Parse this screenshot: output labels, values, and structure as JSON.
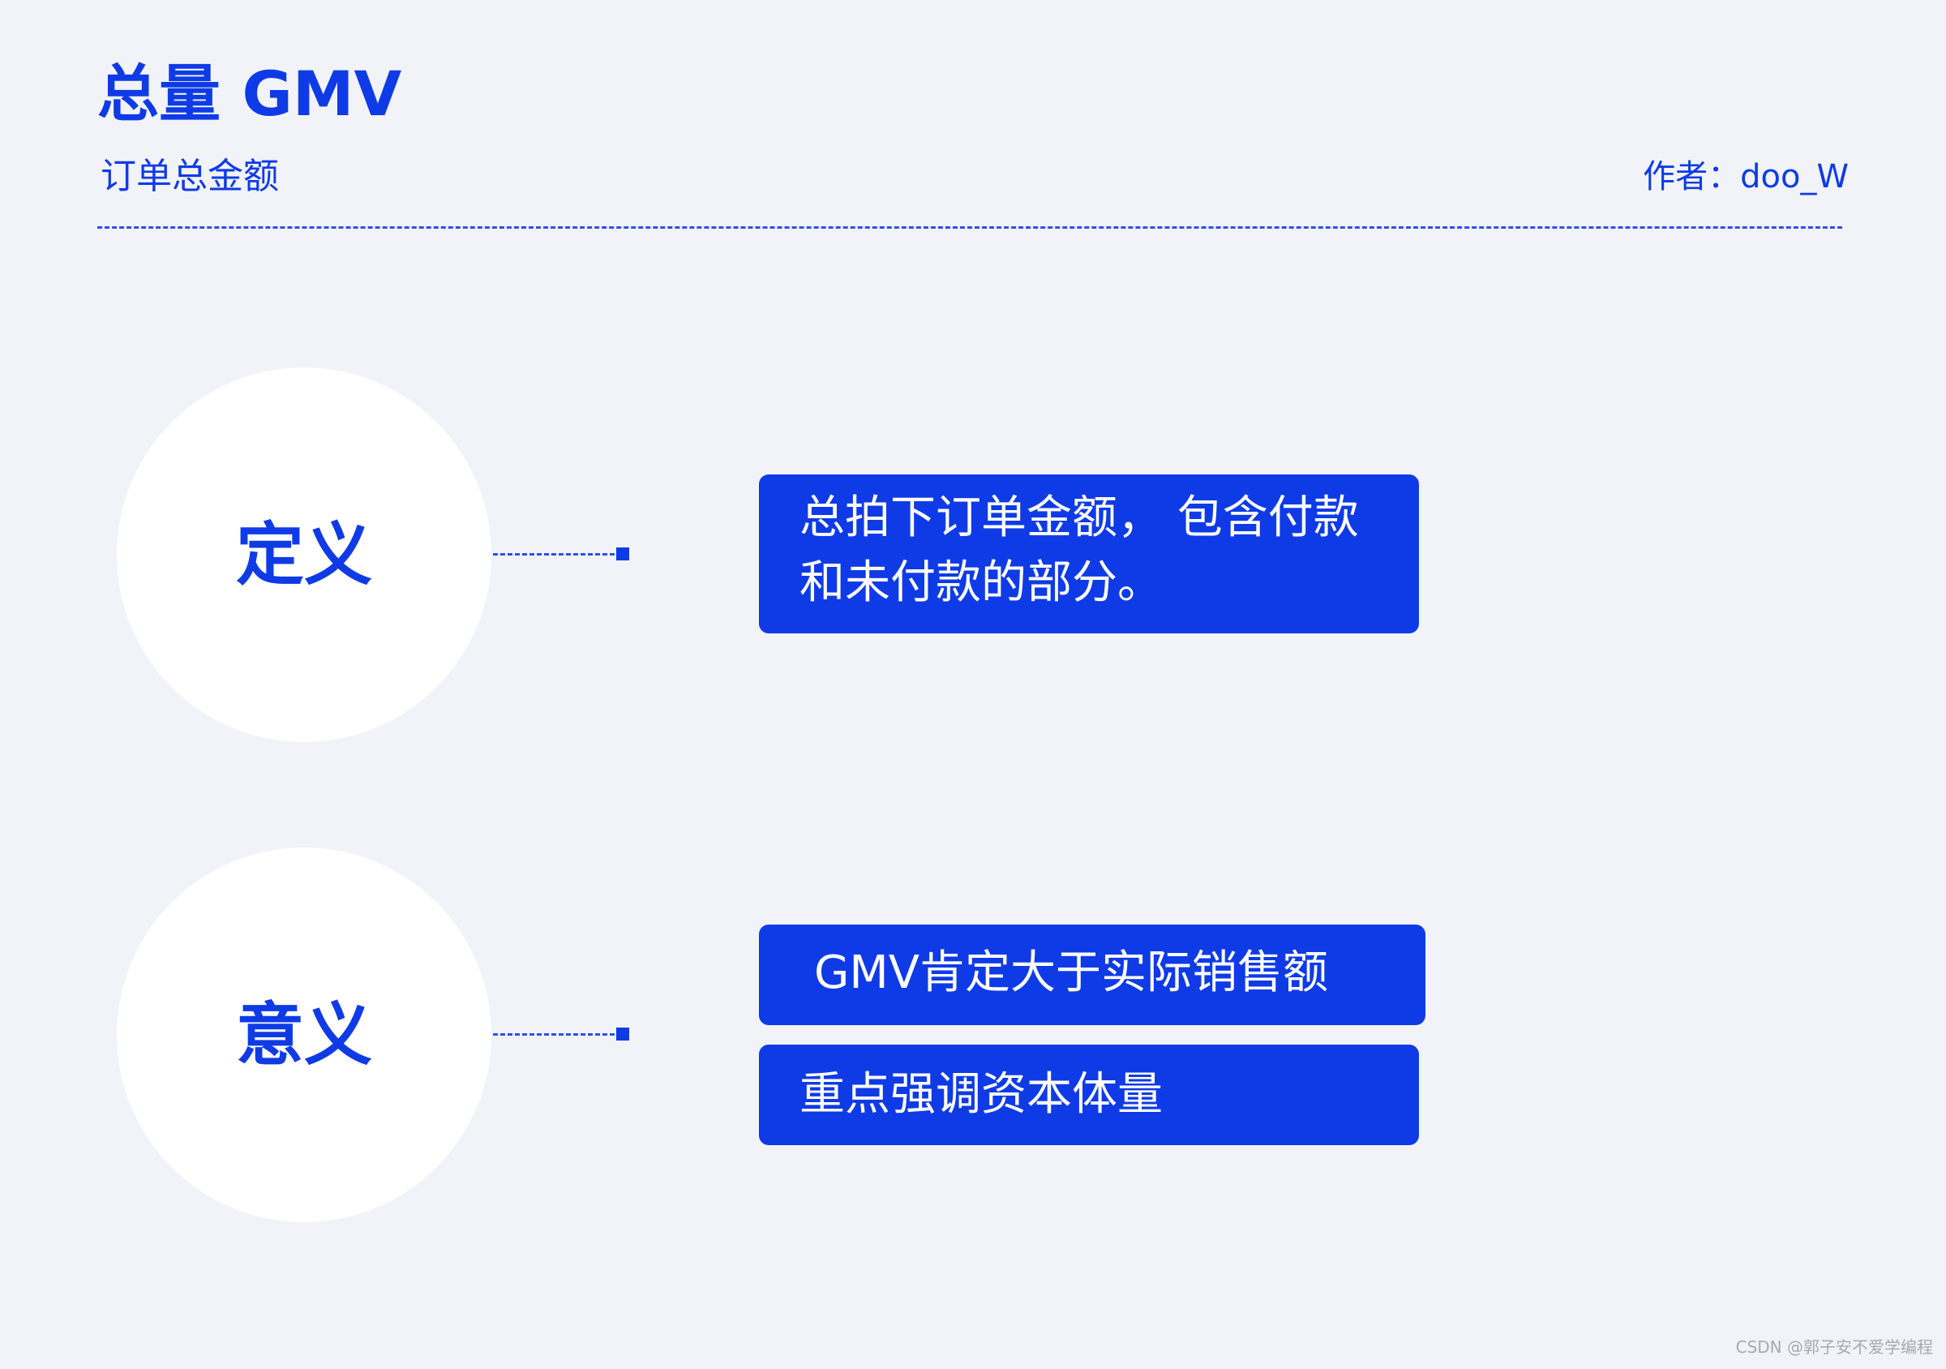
{
  "header": {
    "title": "总量 GMV",
    "subtitle": "订单总金额",
    "author": "作者：doo_W"
  },
  "sections": [
    {
      "label": "定义",
      "cards": [
        {
          "lines": [
            "总拍下订单金额， 包含付款",
            "和未付款的部分。"
          ]
        }
      ]
    },
    {
      "label": "意义",
      "cards": [
        {
          "lines": [
            "GMV肯定大于实际销售额"
          ]
        },
        {
          "lines": [
            "重点强调资本体量"
          ]
        }
      ]
    }
  ],
  "watermark": "CSDN @郭子安不爱学编程",
  "colors": {
    "accent": "#0f3be6",
    "background": "#f1f3f8",
    "circle_fill": "#ffffff",
    "card_text": "#ffffff"
  }
}
